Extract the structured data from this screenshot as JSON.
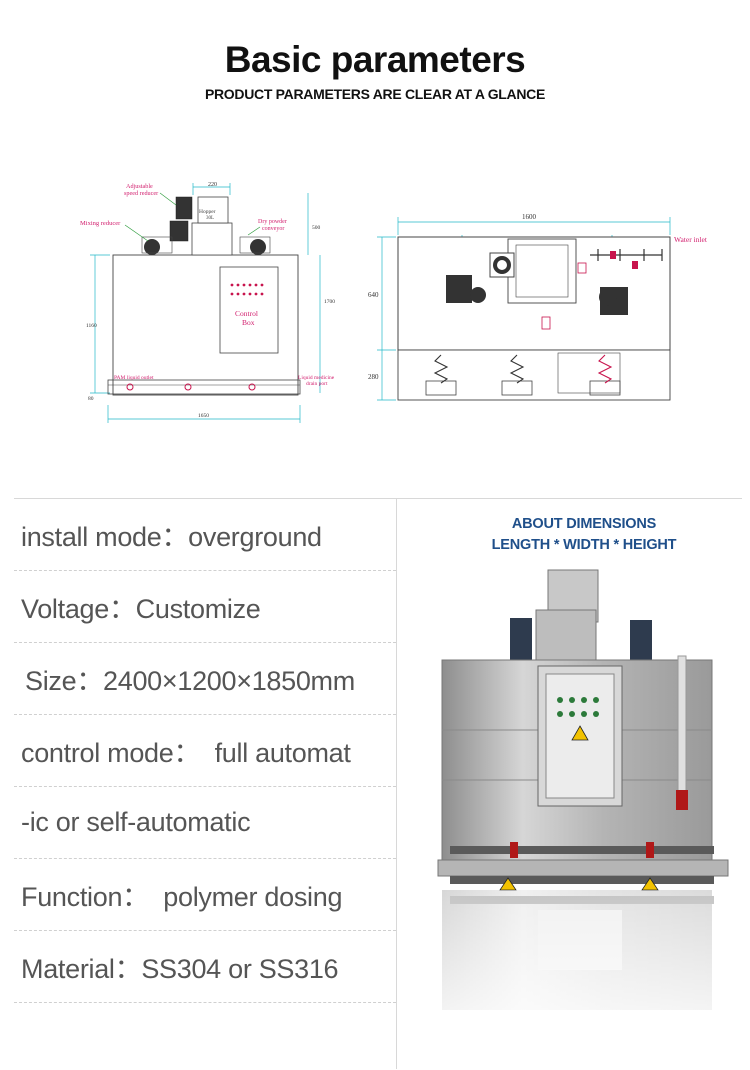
{
  "header": {
    "title": "Basic parameters",
    "subtitle": "PRODUCT PARAMETERS ARE CLEAR AT A GLANCE"
  },
  "drawing_front": {
    "labels": {
      "adjustable": "Adjustable",
      "speed_reducer": "speed reducer",
      "hopper": "Hopper",
      "hopper_volume": "30L",
      "mixing_reducer": "Mixing reducer",
      "dry_powder": "Dry powder",
      "conveyor": "conveyor",
      "control": "Control",
      "box": "Box",
      "pam_outlet": "PAM liquid outlet",
      "drain1": "Liquid medicine",
      "drain2": "drain port"
    },
    "dims": {
      "top_width": "220",
      "hopper_height": "500",
      "height_1160": "1160",
      "height_1700": "1700",
      "base_80": "80",
      "width_1650": "1650"
    }
  },
  "drawing_top": {
    "labels": {
      "water_inlet": "Water inlet"
    },
    "dims": {
      "length": "1600",
      "depth": "640",
      "base": "280"
    }
  },
  "params": [
    "install mode：overground",
    "Voltage：Customize",
    "Size：2400×1200×1850mm",
    "control mode：  full automat",
    "-ic or self-automatic",
    "Function：  polymer dosing",
    "Material：SS304 or SS316"
  ],
  "photo": {
    "caption_line1": "ABOUT DIMENSIONS",
    "caption_line2": "LENGTH * WIDTH * HEIGHT"
  },
  "colors": {
    "accent": "#1f4f8a",
    "dim_line": "#22b8c8",
    "label_red": "#d21f6e"
  }
}
